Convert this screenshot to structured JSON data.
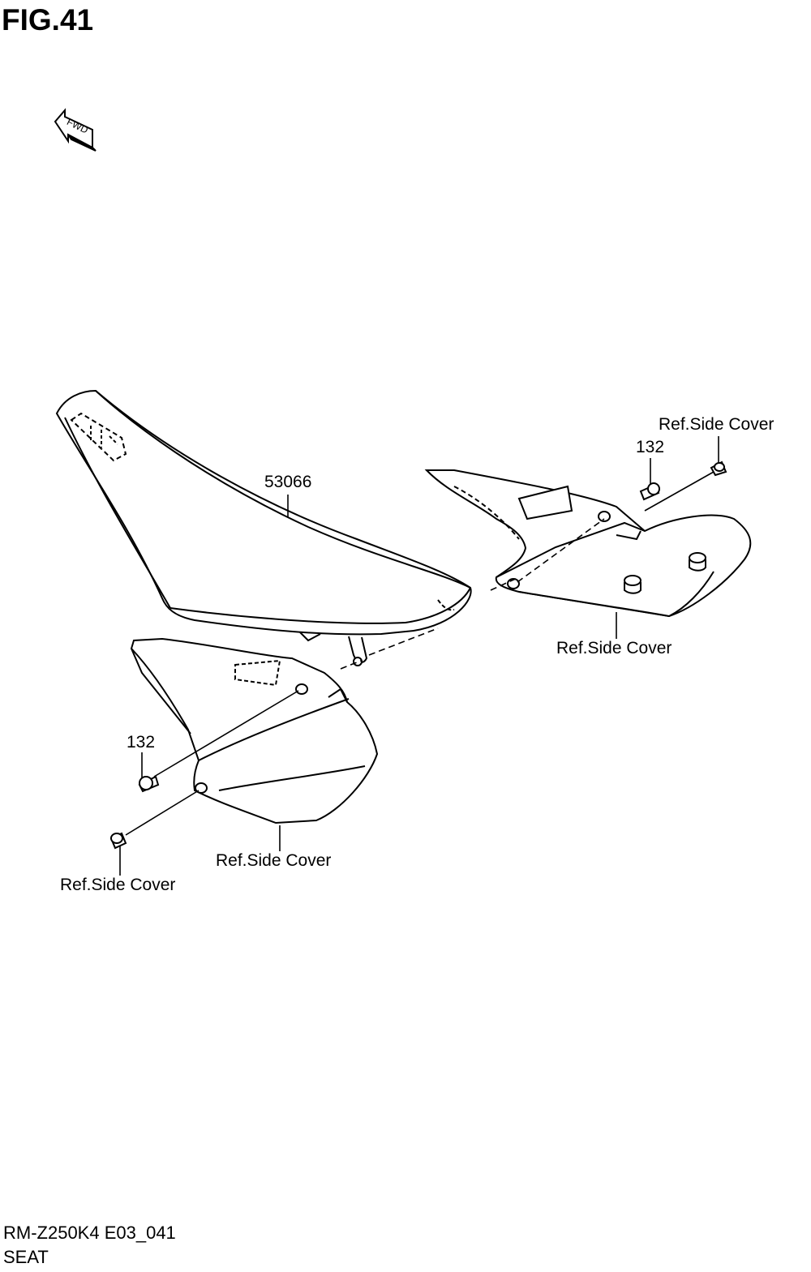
{
  "figure": {
    "title": "FIG.41",
    "fwd_text": "FWD"
  },
  "callouts": {
    "seat_part": "53066",
    "bolt_upper": "132",
    "bolt_lower": "132",
    "ref_upper_bolt": "Ref.Side Cover",
    "ref_right_cover": "Ref.Side Cover",
    "ref_left_cover": "Ref.Side Cover",
    "ref_lower_bolt": "Ref.Side Cover"
  },
  "footer": {
    "model_code": "RM-Z250K4 E03_041",
    "section_name": "SEAT"
  }
}
